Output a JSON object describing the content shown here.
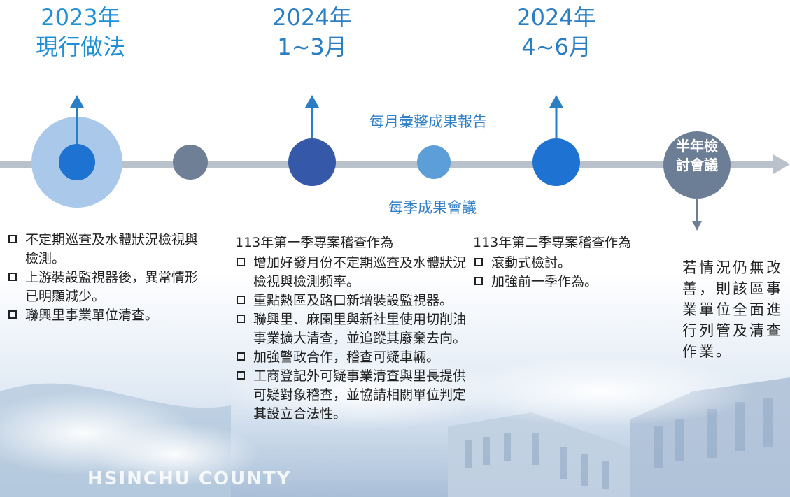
{
  "headers": [
    {
      "year": "2023年",
      "sub": "現行做法"
    },
    {
      "year": "2024年",
      "sub": "1~3月"
    },
    {
      "year": "2024年",
      "sub": "4~6月"
    }
  ],
  "mid_labels": {
    "monthly_report": "每月彙整成果報告",
    "quarterly_meeting": "每季成果會議"
  },
  "half_year_meeting": {
    "line1": "半年檢",
    "line2": "討會議"
  },
  "columns": {
    "col1": {
      "items": [
        "不定期巡查及水體狀況檢視與檢測。",
        "上游裝設監視器後，異常情形已明顯減少。",
        "聯興里事業單位清查。"
      ]
    },
    "col2": {
      "heading": "113年第一季專案稽查作為",
      "items": [
        "增加好發月份不定期巡查及水體狀況檢視與檢測頻率。",
        "重點熱區及路口新增裝設監視器。",
        "聯興里、麻園里與新社里使用切削油事業擴大清查，並追蹤其廢棄去向。",
        "加強警政合作，稽查可疑車輛。",
        "工商登記外可疑事業清查與里長提供可疑對象稽查，並協請相關單位判定其設立合法性。"
      ]
    },
    "col3": {
      "heading": "113年第二季專案稽查作為",
      "items": [
        "滾動式檢討。",
        "加強前一季作為。"
      ]
    },
    "col4": {
      "text": "若情況仍無改善，則該區事業單位全面進行列管及清查作業。"
    }
  },
  "watermark": "HSINCHU COUNTY",
  "colors": {
    "axis": "#b9c2cb",
    "year_text": "#2a7fc4",
    "node_dark": "#3558a8",
    "node_bright": "#1e73d2",
    "node_gray": "#6e7f96",
    "node_light": "#5c9ed8",
    "halo": "#a9c8ea",
    "meeting": "#6c7e96"
  }
}
